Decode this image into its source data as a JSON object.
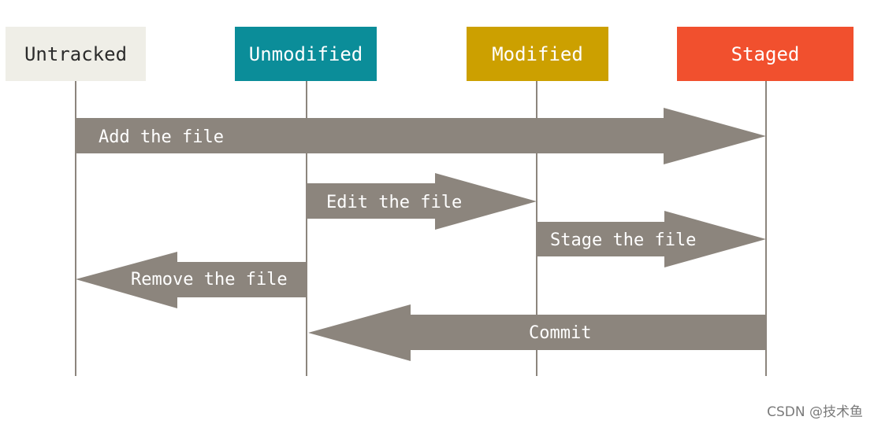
{
  "states": {
    "untracked": "Untracked",
    "unmodified": "Unmodified",
    "modified": "Modified",
    "staged": "Staged"
  },
  "arrows": {
    "add": "Add the file",
    "edit": "Edit the file",
    "stage": "Stage the file",
    "remove": "Remove the file",
    "commit": "Commit"
  },
  "watermark": "CSDN @技术鱼",
  "colors": {
    "untracked": "#efeee7",
    "unmodified": "#0b8d99",
    "modified": "#cca000",
    "staged": "#f1502e",
    "arrow": "#8c857d",
    "lifeline": "#8c857d"
  }
}
